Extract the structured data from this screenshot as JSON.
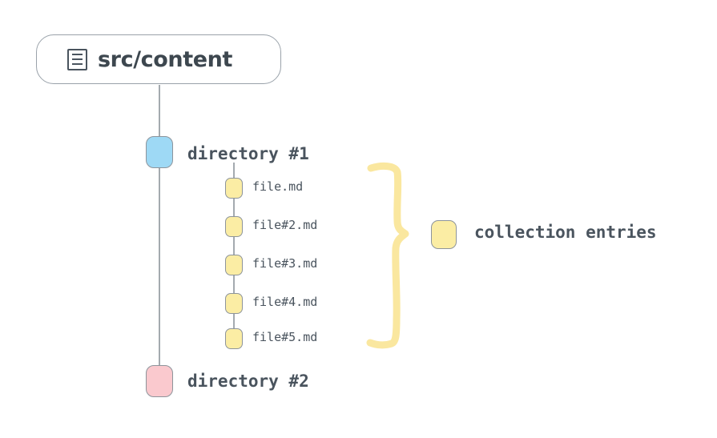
{
  "diagram": {
    "title_node": {
      "label": "src/content",
      "icon": "document-list-icon"
    },
    "colors": {
      "directory_1": "#9ed9f5",
      "directory_2": "#fac9ce",
      "file": "#fbeda4",
      "brace": "#fae79f",
      "text": "#4a545e",
      "connector": "#8d949b",
      "background": "#ffffff"
    },
    "branches": [
      {
        "label": "directory #1",
        "color_name": "blue"
      },
      {
        "label": "directory #2",
        "color_name": "pink"
      }
    ],
    "files": [
      {
        "label": "file.md"
      },
      {
        "label": "file#2.md"
      },
      {
        "label": "file#3.md"
      },
      {
        "label": "file#4.md"
      },
      {
        "label": "file#5.md"
      }
    ],
    "legend": {
      "label": "collection entries",
      "swatch_color": "#fbeda4"
    }
  }
}
